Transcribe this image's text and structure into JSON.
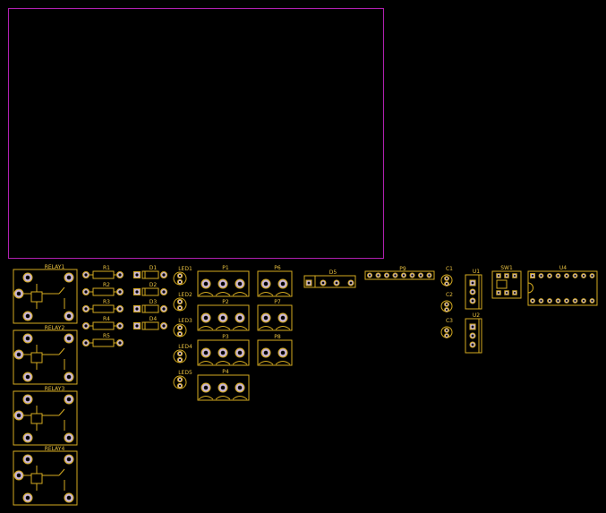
{
  "colors": {
    "background": "#000000",
    "board_outline": "#b020b0",
    "silkscreen": "#d4aa20",
    "pad": "#c8b4d4"
  },
  "components": {
    "relays": [
      "RELAY1",
      "RELAY2",
      "RELAY3",
      "RELAY4"
    ],
    "resistors": [
      "R1",
      "R2",
      "R3",
      "R4",
      "R5"
    ],
    "diodes": [
      "D1",
      "D2",
      "D3",
      "D4"
    ],
    "leds": [
      "LED1",
      "LED2",
      "LED3",
      "LED4",
      "LED5"
    ],
    "connectors3": [
      "P1",
      "P2",
      "P3",
      "P4"
    ],
    "connectors2": [
      "P6",
      "P7",
      "P8"
    ],
    "d5": "D5",
    "p9": "P9",
    "caps": [
      "C1",
      "C2",
      "C3"
    ],
    "u1": "U1",
    "u2": "U2",
    "sw1": "SW1",
    "u4": "U4"
  }
}
